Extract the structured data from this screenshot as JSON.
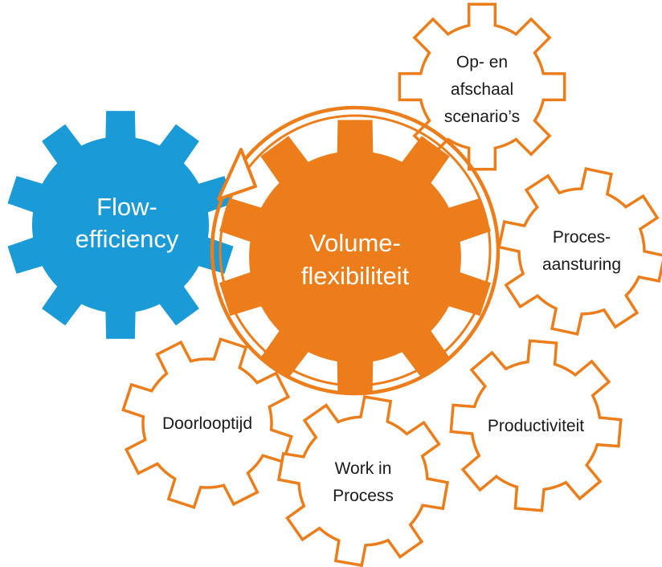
{
  "colors": {
    "orange": "#ED7D1A",
    "blue": "#1A9AD6",
    "outline_fill": "#ffffff",
    "dark_text": "#1a1a1a",
    "light_text": "#ffffff"
  },
  "gears": {
    "flow": {
      "line1": "Flow-",
      "line2": "efficiency",
      "icon": "blue-gear"
    },
    "volume": {
      "line1": "Volume-",
      "line2": "flexibiliteit",
      "icon": "orange-gear"
    },
    "opafschaal": {
      "line1": "Op- en",
      "line2": "afschaal",
      "line3": "scenario’s",
      "icon": "outline-gear"
    },
    "proces": {
      "line1": "Proces-",
      "line2": "aansturing",
      "icon": "outline-gear"
    },
    "productiviteit": {
      "line1": "Productiviteit",
      "icon": "outline-gear"
    },
    "wip": {
      "line1": "Work in",
      "line2": "Process",
      "icon": "outline-gear"
    },
    "doorlooptijd": {
      "line1": "Doorlooptijd",
      "icon": "outline-gear"
    }
  },
  "cycle_arrow": {
    "icon": "circular-arrow-icon"
  }
}
